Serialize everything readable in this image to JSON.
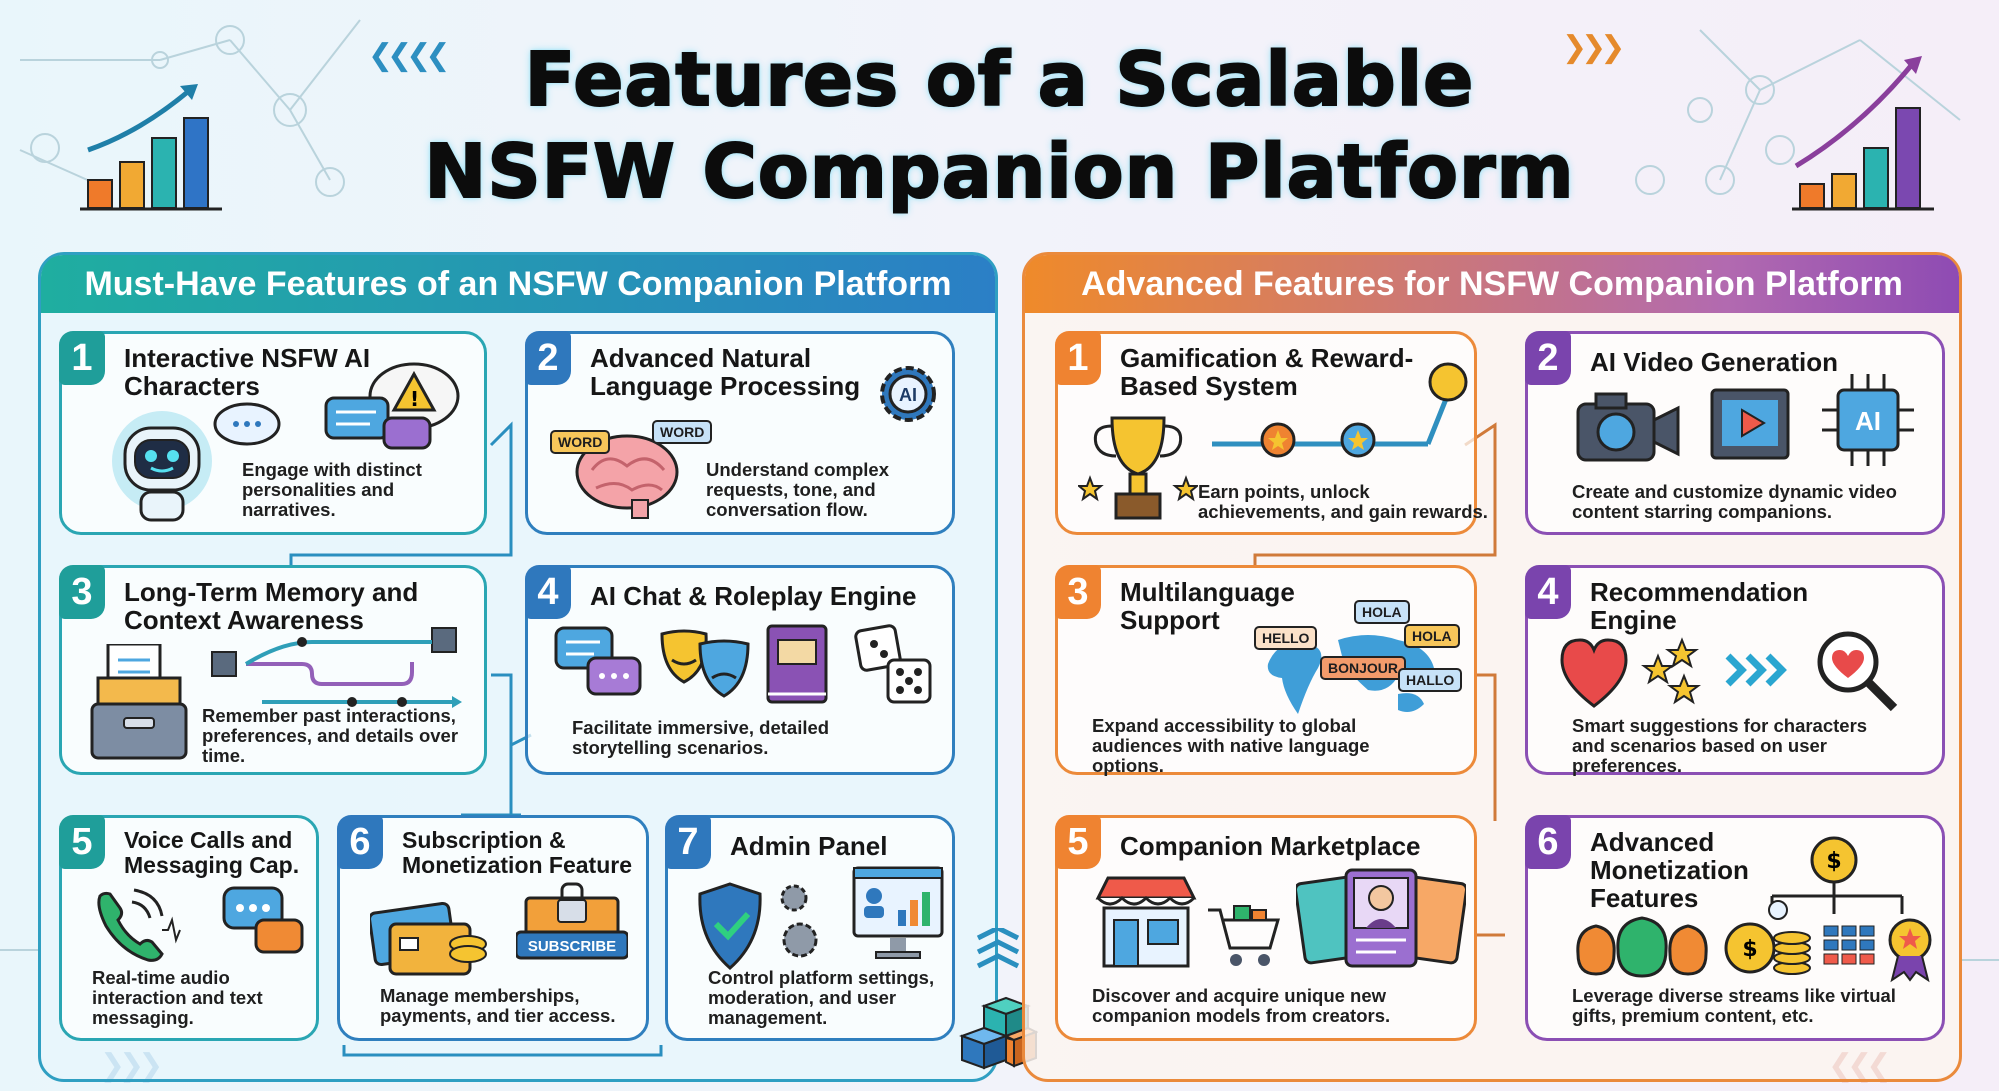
{
  "title": {
    "line1": "Features of a Scalable",
    "line2": "NSFW Companion Platform"
  },
  "left_panel": {
    "heading": "Must-Have Features of an NSFW Companion Platform",
    "cards": [
      {
        "num": "1",
        "title": "Interactive NSFW AI Characters",
        "desc": "Engage with distinct personalities and narratives."
      },
      {
        "num": "2",
        "title": "Advanced Natural Language Processing",
        "desc": "Understand complex requests, tone, and conversation flow."
      },
      {
        "num": "3",
        "title": "Long-Term Memory and Context Awareness",
        "desc": "Remember past interactions, preferences, and details over time."
      },
      {
        "num": "4",
        "title": "AI Chat & Roleplay Engine",
        "desc": "Facilitate immersive, detailed storytelling scenarios."
      },
      {
        "num": "5",
        "title": "Voice Calls and Messaging Cap.",
        "desc": "Real-time audio interaction and text messaging."
      },
      {
        "num": "6",
        "title": "Subscription & Monetization Feature",
        "desc": "Manage memberships, payments, and tier access."
      },
      {
        "num": "7",
        "title": "Admin Panel",
        "desc": "Control platform settings, moderation, and user management."
      }
    ]
  },
  "right_panel": {
    "heading": "Advanced Features for NSFW Companion Platform",
    "cards": [
      {
        "num": "1",
        "title": "Gamification & Reward-Based System",
        "desc": "Earn points, unlock achievements, and gain rewards."
      },
      {
        "num": "2",
        "title": "AI Video Generation",
        "desc": "Create and customize dynamic video content starring companions."
      },
      {
        "num": "3",
        "title": "Multilanguage Support",
        "desc": "Expand accessibility to global audiences with native language options."
      },
      {
        "num": "4",
        "title": "Recommendation Engine",
        "desc": "Smart suggestions for characters and scenarios based on user preferences."
      },
      {
        "num": "5",
        "title": "Companion Marketplace",
        "desc": "Discover and acquire unique new companion models from creators."
      },
      {
        "num": "6",
        "title": "Advanced Monetization Features",
        "desc": "Leverage diverse streams like virtual gifts, premium content, etc."
      }
    ]
  },
  "icon_labels": {
    "word": "WORD",
    "subscribe": "SUBSCRIBE",
    "ai": "AI",
    "hello": "HELLO",
    "hola": "HOLA",
    "bonjour": "BONJOUR",
    "hallo": "HALLO"
  },
  "colors": {
    "teal": "#1f9e9a",
    "blue": "#2f78bd",
    "orange": "#ef8331",
    "purple": "#7a44ad"
  }
}
